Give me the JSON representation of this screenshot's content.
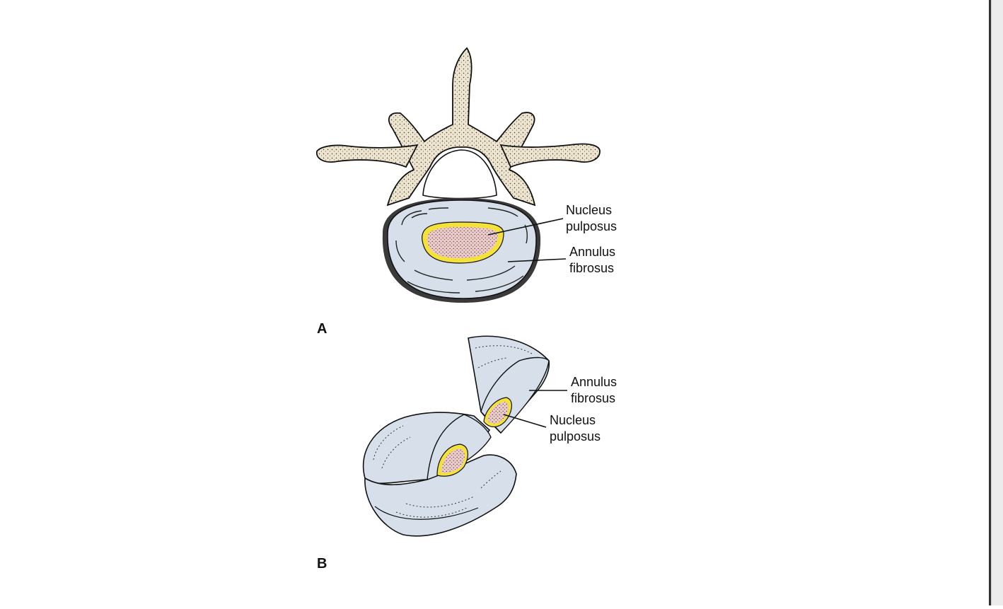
{
  "figure": {
    "panel_a": {
      "letter": "A",
      "labels": {
        "nucleus_line1": "Nucleus",
        "nucleus_line2": "pulposus",
        "annulus_line1": "Annulus",
        "annulus_line2": "fibrosus"
      }
    },
    "panel_b": {
      "letter": "B",
      "labels": {
        "annulus_line1": "Annulus",
        "annulus_line2": "fibrosus",
        "nucleus_line1": "Nucleus",
        "nucleus_line2": "pulposus"
      }
    }
  },
  "colors": {
    "bone": "#ece4cf",
    "bone_stipple": "#3a3428",
    "disc": "#d7e0ea",
    "nucleus": "#ebc9c9",
    "nucleus_rim": "#f4e23a",
    "outline": "#111111",
    "scrollbar_track": "#333333"
  }
}
